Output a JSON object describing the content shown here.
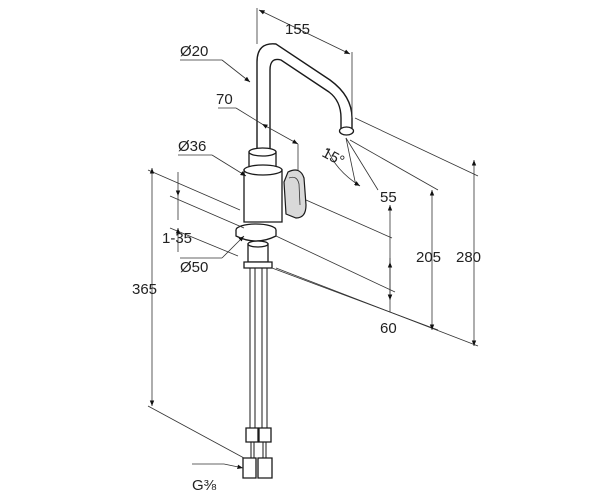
{
  "dimensions": {
    "spout_reach": "155",
    "spout_diameter": "Ø20",
    "handle_offset": "70",
    "body_diameter": "Ø36",
    "spout_angle": "15°",
    "height_55": "55",
    "plate_range": "1-35",
    "height_205": "205",
    "height_280": "280",
    "base_diameter": "Ø50",
    "total_height": "365",
    "depth_60": "60",
    "thread": "G⅜"
  },
  "colors": {
    "line": "#1a1a1a",
    "text": "#222222",
    "background": "#ffffff"
  }
}
